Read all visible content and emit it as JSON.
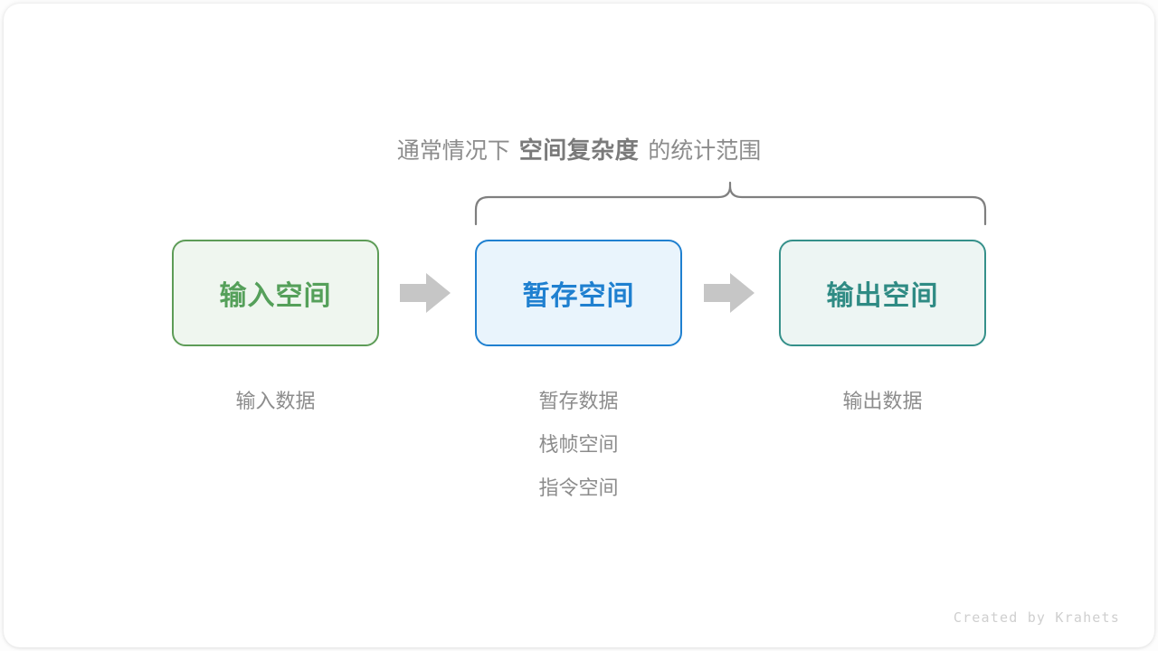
{
  "figure": {
    "caption": {
      "prefix": "通常情况下",
      "emphasis": "空间复杂度",
      "suffix": "的统计范围"
    },
    "brace": {
      "name": "curly-brace-span",
      "color": "#7f7f7f"
    },
    "boxes": [
      {
        "id": "input-space",
        "label": "输入空间",
        "fill": "#eff6ef",
        "border": "#5d9c57",
        "text_color": "#55a05a",
        "sublabels": [
          "输入数据"
        ]
      },
      {
        "id": "temp-space",
        "label": "暂存空间",
        "fill": "#e9f4fc",
        "border": "#1f80d0",
        "text_color": "#1f80d0",
        "sublabels": [
          "暂存数据",
          "栈帧空间",
          "指令空间"
        ]
      },
      {
        "id": "output-space",
        "label": "输出空间",
        "fill": "#edf5f3",
        "border": "#35908a",
        "text_color": "#2f8b84",
        "sublabels": [
          "输出数据"
        ]
      }
    ],
    "arrows": [
      {
        "id": "arrow-input-to-temp",
        "icon": "arrow-right-icon",
        "color": "#c6c6c6"
      },
      {
        "id": "arrow-temp-to-output",
        "icon": "arrow-right-icon",
        "color": "#c6c6c6"
      }
    ],
    "footer": "Created by Krahets"
  }
}
